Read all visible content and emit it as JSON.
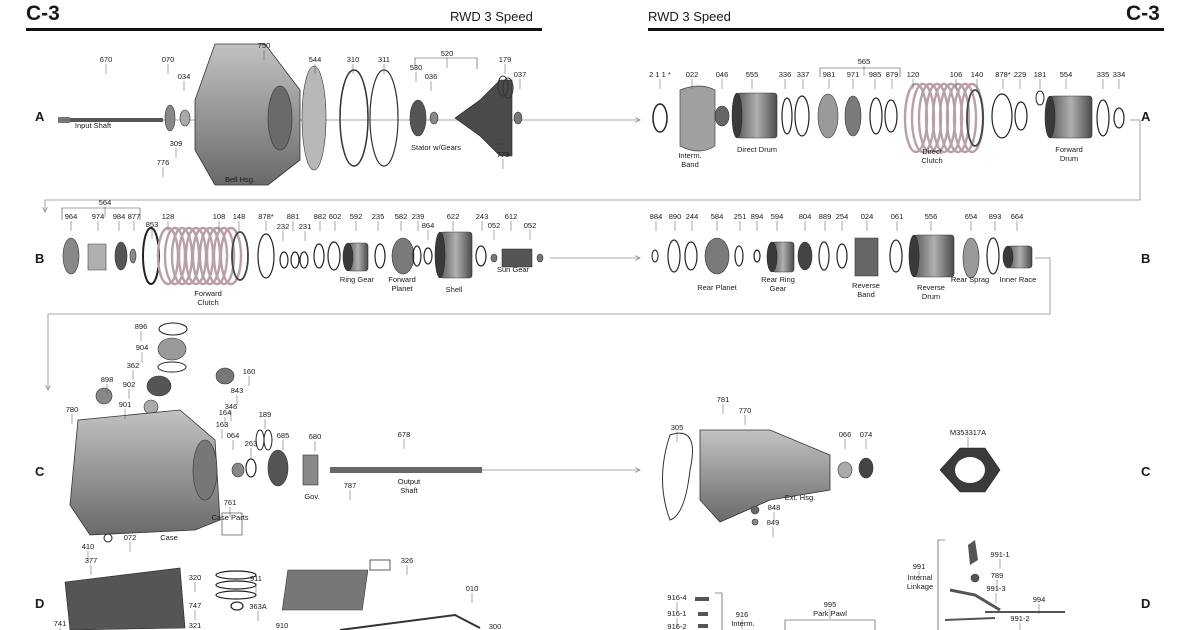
{
  "header": {
    "left_code": "C-3",
    "left_title": "RWD 3 Speed",
    "right_title": "RWD 3 Speed",
    "right_code": "C-3"
  },
  "rows": [
    "A",
    "B",
    "C",
    "D"
  ],
  "parts_a_left": [
    {
      "num": "670",
      "label": "Input Shaft"
    },
    {
      "num": "070",
      "label": ""
    },
    {
      "num": "034",
      "label": ""
    },
    {
      "num": "309",
      "label": ""
    },
    {
      "num": "776",
      "label": ""
    },
    {
      "num": "750",
      "label": "Bell Hsg."
    },
    {
      "num": "544",
      "label": ""
    },
    {
      "num": "310",
      "label": ""
    },
    {
      "num": "311",
      "label": ""
    },
    {
      "num": "520",
      "label": ""
    },
    {
      "num": "530",
      "label": ""
    },
    {
      "num": "036",
      "label": ""
    },
    {
      "num": "179",
      "label": ""
    },
    {
      "num": "037",
      "label": ""
    },
    {
      "num": "778",
      "label": ""
    }
  ],
  "stator_label": "Stator w/Gears",
  "parts_a_right": [
    {
      "num": "2 1 1 *",
      "label": ""
    },
    {
      "num": "022",
      "label": "Interm. Band"
    },
    {
      "num": "046",
      "label": ""
    },
    {
      "num": "555",
      "label": "Direct Drum"
    },
    {
      "num": "336",
      "label": ""
    },
    {
      "num": "337",
      "label": ""
    },
    {
      "num": "565",
      "label": ""
    },
    {
      "num": "981",
      "label": ""
    },
    {
      "num": "971",
      "label": ""
    },
    {
      "num": "985",
      "label": ""
    },
    {
      "num": "879",
      "label": ""
    },
    {
      "num": "120",
      "label": ""
    },
    {
      "num": "106",
      "label": "Direct Clutch"
    },
    {
      "num": "140",
      "label": ""
    },
    {
      "num": "878*",
      "label": ""
    },
    {
      "num": "229",
      "label": ""
    },
    {
      "num": "181",
      "label": ""
    },
    {
      "num": "554",
      "label": "Forward Drum"
    },
    {
      "num": "335",
      "label": ""
    },
    {
      "num": "334",
      "label": ""
    }
  ],
  "parts_b_left": [
    {
      "num": "564",
      "label": ""
    },
    {
      "num": "964",
      "label": ""
    },
    {
      "num": "974",
      "label": ""
    },
    {
      "num": "984",
      "label": ""
    },
    {
      "num": "877",
      "label": ""
    },
    {
      "num": "853",
      "label": ""
    },
    {
      "num": "128",
      "label": ""
    },
    {
      "num": "108",
      "label": "Forward Clutch"
    },
    {
      "num": "148",
      "label": ""
    },
    {
      "num": "878*",
      "label": ""
    },
    {
      "num": "232",
      "label": ""
    },
    {
      "num": "881",
      "label": ""
    },
    {
      "num": "231",
      "label": ""
    },
    {
      "num": "882",
      "label": ""
    },
    {
      "num": "602",
      "label": ""
    },
    {
      "num": "592",
      "label": "Ring Gear"
    },
    {
      "num": "235",
      "label": ""
    },
    {
      "num": "582",
      "label": "Forward Planet"
    },
    {
      "num": "239",
      "label": ""
    },
    {
      "num": "864",
      "label": ""
    },
    {
      "num": "622",
      "label": "Shell"
    },
    {
      "num": "243",
      "label": ""
    },
    {
      "num": "052",
      "label": ""
    },
    {
      "num": "612",
      "label": "Sun Gear"
    },
    {
      "num": "052",
      "label": ""
    }
  ],
  "parts_b_right": [
    {
      "num": "884",
      "label": ""
    },
    {
      "num": "890",
      "label": ""
    },
    {
      "num": "244",
      "label": ""
    },
    {
      "num": "584",
      "label": "Rear Planet"
    },
    {
      "num": "251",
      "label": ""
    },
    {
      "num": "894",
      "label": ""
    },
    {
      "num": "594",
      "label": "Rear Ring Gear"
    },
    {
      "num": "804",
      "label": ""
    },
    {
      "num": "889",
      "label": ""
    },
    {
      "num": "254",
      "label": ""
    },
    {
      "num": "024",
      "label": "Reverse Band"
    },
    {
      "num": "061",
      "label": ""
    },
    {
      "num": "556",
      "label": "Reverse Drum"
    },
    {
      "num": "654",
      "label": "Rear Sprag"
    },
    {
      "num": "893",
      "label": ""
    },
    {
      "num": "664",
      "label": "Inner Race"
    }
  ],
  "parts_c": [
    {
      "num": "896",
      "label": ""
    },
    {
      "num": "904",
      "label": ""
    },
    {
      "num": "362",
      "label": ""
    },
    {
      "num": "898",
      "label": ""
    },
    {
      "num": "902",
      "label": ""
    },
    {
      "num": "901",
      "label": ""
    },
    {
      "num": "160",
      "label": ""
    },
    {
      "num": "843",
      "label": ""
    },
    {
      "num": "346",
      "label": ""
    },
    {
      "num": "164",
      "label": ""
    },
    {
      "num": "163",
      "label": ""
    },
    {
      "num": "780",
      "label": "Case"
    },
    {
      "num": "189",
      "label": ""
    },
    {
      "num": "064",
      "label": ""
    },
    {
      "num": "263",
      "label": ""
    },
    {
      "num": "685",
      "label": ""
    },
    {
      "num": "680",
      "label": "Gov."
    },
    {
      "num": "787",
      "label": ""
    },
    {
      "num": "678",
      "label": "Output Shaft"
    },
    {
      "num": "761",
      "label": "Case Parts"
    },
    {
      "num": "072",
      "label": ""
    },
    {
      "num": "781",
      "label": ""
    },
    {
      "num": "305",
      "label": ""
    },
    {
      "num": "770",
      "label": "Ext. Hsg."
    },
    {
      "num": "066",
      "label": ""
    },
    {
      "num": "074",
      "label": ""
    },
    {
      "num": "848",
      "label": ""
    },
    {
      "num": "849",
      "label": ""
    },
    {
      "num": "M353317A",
      "label": ""
    }
  ],
  "parts_d": [
    {
      "num": "410",
      "label": ""
    },
    {
      "num": "377",
      "label": ""
    },
    {
      "num": "320",
      "label": ""
    },
    {
      "num": "747",
      "label": ""
    },
    {
      "num": "741",
      "label": ""
    },
    {
      "num": "321",
      "label": ""
    },
    {
      "num": "911",
      "label": ""
    },
    {
      "num": "363A",
      "label": ""
    },
    {
      "num": "910",
      "label": ""
    },
    {
      "num": "326",
      "label": ""
    },
    {
      "num": "010",
      "label": ""
    },
    {
      "num": "300",
      "label": ""
    },
    {
      "num": "916-4",
      "label": ""
    },
    {
      "num": "916-1",
      "label": ""
    },
    {
      "num": "916-2",
      "label": ""
    },
    {
      "num": "916",
      "label": "Interm."
    },
    {
      "num": "995",
      "label": "Park Pawl"
    },
    {
      "num": "991",
      "label": "Internal Linkage"
    },
    {
      "num": "991-1",
      "label": ""
    },
    {
      "num": "789",
      "label": ""
    },
    {
      "num": "991-3",
      "label": ""
    },
    {
      "num": "994",
      "label": ""
    },
    {
      "num": "991-2",
      "label": ""
    }
  ],
  "colors": {
    "ink": "#1a1a1a",
    "part_dark": "#4a4a4a",
    "part_mid": "#8a8a8a",
    "part_light": "#c8c8c8",
    "clutch_pink": "#b8a0a4",
    "arrow": "#8c8c8c"
  }
}
